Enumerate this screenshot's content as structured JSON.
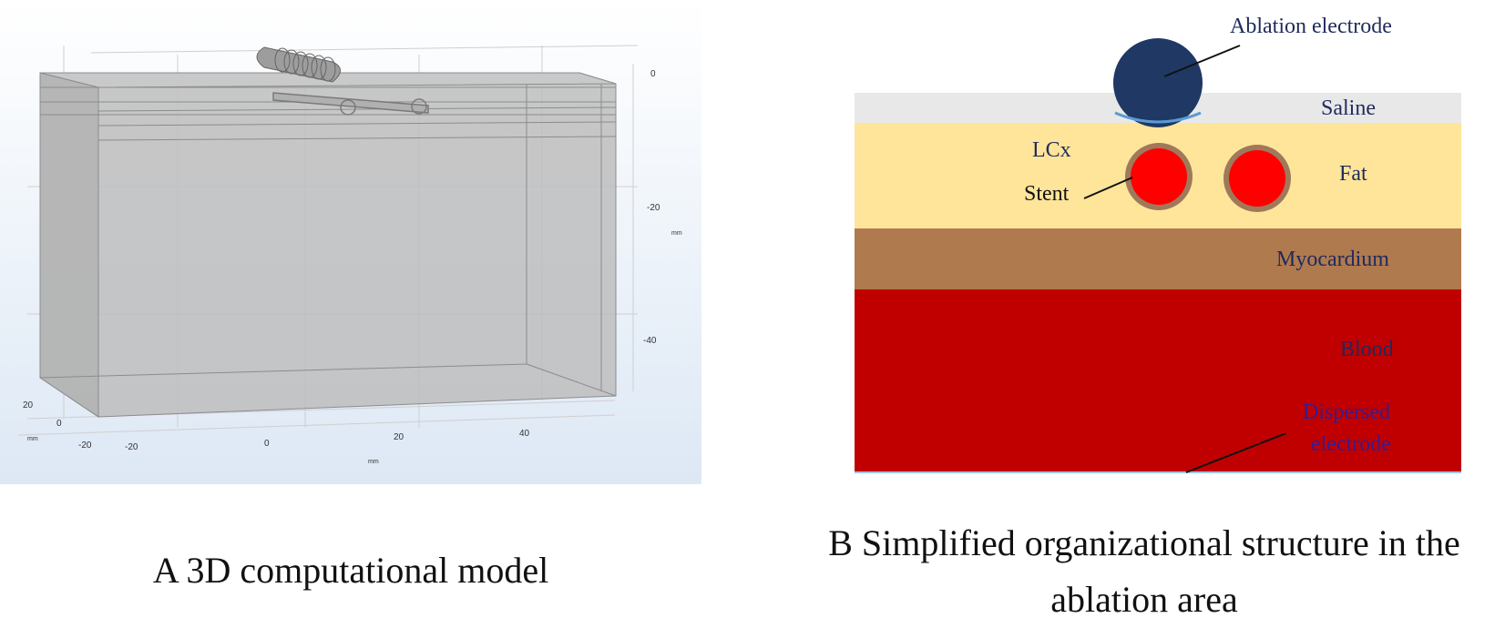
{
  "panel_a": {
    "caption": "A 3D computational model",
    "z_ticks": [
      "0",
      "-20",
      "-40"
    ],
    "z_unit": "mm",
    "x_ticks": [
      "-20",
      "0",
      "20",
      "40"
    ],
    "x_unit": "mm",
    "y_ticks": [
      "20",
      "0",
      "-20"
    ],
    "y_unit": "mm"
  },
  "panel_b": {
    "caption_line1": "B Simplified organizational structure in the",
    "caption_line2": "ablation area",
    "labels": {
      "ablation_electrode": "Ablation electrode",
      "saline": "Saline",
      "lcx": "LCx",
      "stent": "Stent",
      "fat": "Fat",
      "myocardium": "Myocardium",
      "blood": "Blood",
      "dispersed_line1": "Dispersed",
      "dispersed_line2": "electrode"
    },
    "colors": {
      "saline": "#e8e8e8",
      "fat": "#ffe59a",
      "myocardium": "#b07a4f",
      "blood": "#c00000",
      "electrode": "#1f3864",
      "vessel": "#ff0000",
      "vessel_ring": "#a0785a"
    }
  }
}
